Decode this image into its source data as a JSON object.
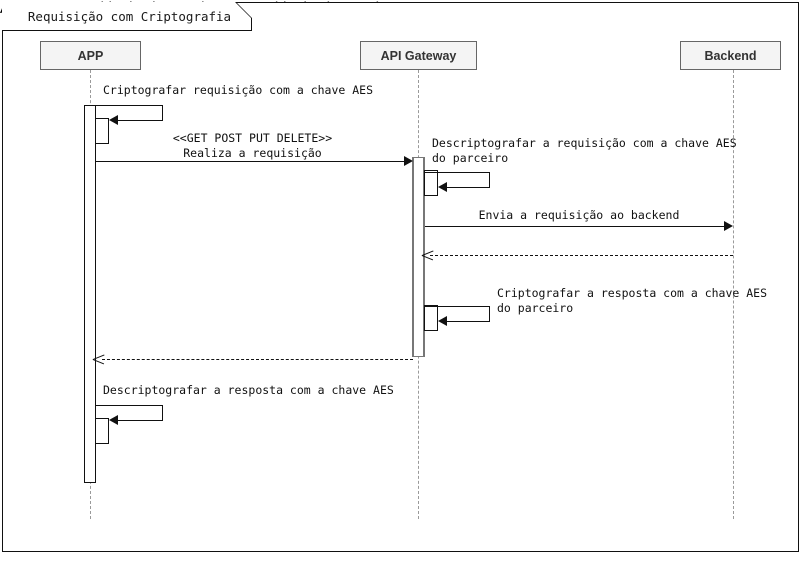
{
  "diagram": {
    "type": "sequence",
    "frame_title": "Requisição com Criptografia",
    "participants": [
      {
        "id": "app",
        "label": "APP"
      },
      {
        "id": "api",
        "label": "API Gateway"
      },
      {
        "id": "backend",
        "label": "Backend"
      }
    ],
    "messages": [
      {
        "index": 1,
        "from": "app",
        "to": "app",
        "kind": "self-call",
        "style": "solid",
        "label": "Criptografar requisição com a chave AES"
      },
      {
        "index": 2,
        "from": "app",
        "to": "api",
        "kind": "call",
        "style": "solid",
        "label_line1": "<<GET POST PUT DELETE>>",
        "label_line2": "Realiza a requisição"
      },
      {
        "index": 3,
        "from": "api",
        "to": "api",
        "kind": "self-call",
        "style": "solid",
        "label_line1": "Descriptografar a requisição com a chave AES",
        "label_line2": "do parceiro"
      },
      {
        "index": 4,
        "from": "api",
        "to": "backend",
        "kind": "call",
        "style": "solid",
        "label": "Envia a requisição ao backend"
      },
      {
        "index": 5,
        "from": "backend",
        "to": "api",
        "kind": "return",
        "style": "dashed",
        "label": ""
      },
      {
        "index": 6,
        "from": "api",
        "to": "api",
        "kind": "self-call",
        "style": "solid",
        "label_line1": "Criptografar a resposta com a chave AES",
        "label_line2": "do parceiro"
      },
      {
        "index": 7,
        "from": "api",
        "to": "app",
        "kind": "return",
        "style": "dashed",
        "label": ""
      },
      {
        "index": 8,
        "from": "app",
        "to": "app",
        "kind": "self-call",
        "style": "solid",
        "label": "Descriptografar a resposta com a chave AES"
      }
    ],
    "colors": {
      "frame_border": "#111111",
      "participant_fill": "#f4f4f4",
      "participant_border": "#666666",
      "participant_text": "#333333",
      "lifeline": "#9a9a9a",
      "message": "#111111",
      "activation_app_border": "#111111",
      "activation_api_border": "#777777",
      "background": "#ffffff"
    }
  }
}
